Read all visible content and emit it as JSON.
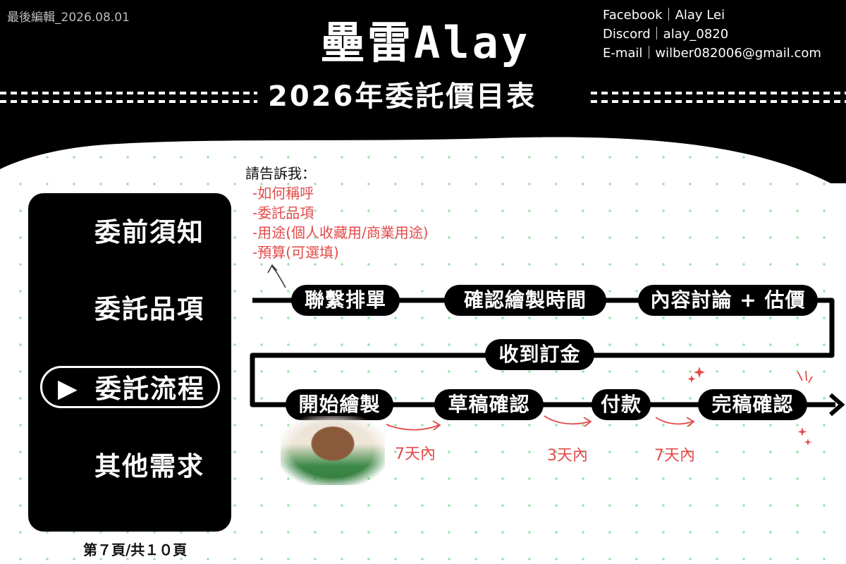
{
  "last_edited": "最後編輯_2026.08.01",
  "brand": "壘雷Alay",
  "contact": {
    "facebook": "Facebook｜Alay Lei",
    "discord": "Discord｜alay_0820",
    "email": "E-mail｜wilber082006@gmail.com"
  },
  "subtitle": "2026年委託價目表",
  "sidebar": {
    "items": [
      {
        "label": "委前須知",
        "active": false
      },
      {
        "label": "委託品項",
        "active": false
      },
      {
        "label": "委託流程",
        "active": true
      },
      {
        "label": "其他需求",
        "active": false
      }
    ],
    "arrow": "▶"
  },
  "page_indicator": "第７頁/共１０頁",
  "notes": {
    "title": "請告訴我：",
    "items": [
      "-如何稱呼",
      "-委託品項",
      "-用途(個人收藏用/商業用途)",
      "-預算(可選填)"
    ]
  },
  "flow": {
    "steps": [
      "聯繫排單",
      "確認繪製時間",
      "內容討論 + 估價",
      "收到訂金",
      "開始繪製",
      "草稿確認",
      "付款",
      "完稿確認"
    ],
    "durations": [
      "7天內",
      "3天內",
      "7天內"
    ]
  },
  "colors": {
    "accent_red": "#e24a4a",
    "dot_green": "#9fe2a6",
    "header_black": "#000000"
  }
}
